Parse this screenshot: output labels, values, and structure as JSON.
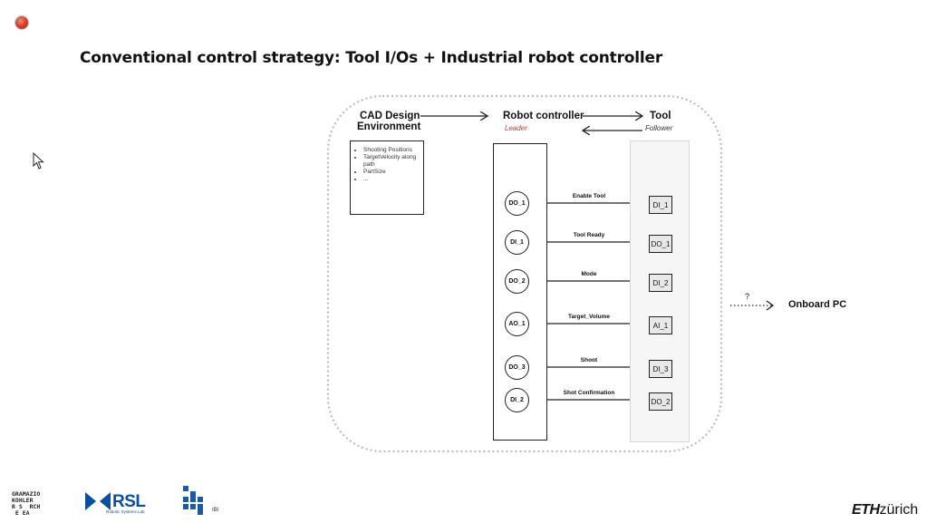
{
  "slide": {
    "title": "Conventional control strategy: Tool I/Os + Industrial robot controller"
  },
  "diagram": {
    "cad_title_line1": "CAD Design",
    "cad_title_line2": "Environment",
    "cad_items": [
      "Shooting Positions",
      "TargetVelocity along path",
      "PartSize",
      "..."
    ],
    "robot_controller": "Robot controller",
    "leader": "Leader",
    "tool": "Tool",
    "follower": "Follower",
    "onboard_pc": "Onboard PC",
    "question": "?",
    "signals": [
      {
        "rc_port": "DO_1",
        "label": "Enable Tool",
        "tool_port": "DI_1",
        "direction": "to-tool"
      },
      {
        "rc_port": "DI_1",
        "label": "Tool Ready",
        "tool_port": "DO_1",
        "direction": "to-controller"
      },
      {
        "rc_port": "DO_2",
        "label": "Mode",
        "tool_port": "DI_2",
        "direction": "to-tool"
      },
      {
        "rc_port": "AO_1",
        "label": "Target_Volume",
        "tool_port": "AI_1",
        "direction": "to-tool"
      },
      {
        "rc_port": "DO_3",
        "label": "Shoot",
        "tool_port": "DI_3",
        "direction": "to-tool"
      },
      {
        "rc_port": "DI_2",
        "label": "Shot Confirmation",
        "tool_port": "DO_2",
        "direction": "to-controller"
      }
    ]
  },
  "footer": {
    "gramazio": "GRAMAZIO\nKOHLER\nR S  RCH\n E EA",
    "rsl": "RSL",
    "rsl_sub": "Robotic Systems Lab",
    "ibi": "IBI",
    "eth": "ETH",
    "zurich": "zürich"
  },
  "colors": {
    "leader": "#c0392b",
    "rsl_blue": "#0b4fa0",
    "dotted_border": "#bdbdbd"
  }
}
